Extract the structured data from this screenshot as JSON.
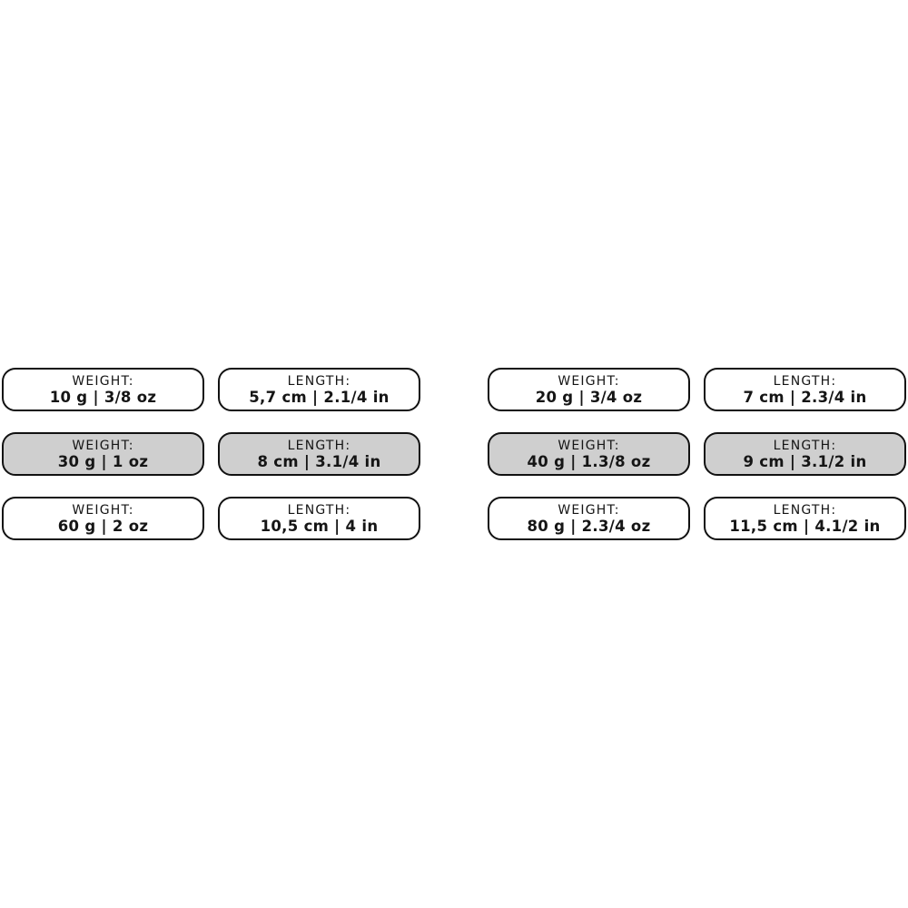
{
  "colors": {
    "badge_border": "#111111",
    "badge_fill": "#ffffff",
    "badge_fill_highlight": "#cfcfcf",
    "text_color": "#151515",
    "page_bg": "#ffffff"
  },
  "groups": [
    {
      "rows": [
        {
          "highlighted": false,
          "weight": {
            "label": "WEIGHT:",
            "value": "10 g | 3/8 oz"
          },
          "length": {
            "label": "LENGTH:",
            "value": "5,7 cm | 2.1/4 in"
          }
        },
        {
          "highlighted": true,
          "weight": {
            "label": "WEIGHT:",
            "value": "30 g | 1 oz"
          },
          "length": {
            "label": "LENGTH:",
            "value": "8 cm | 3.1/4 in"
          }
        },
        {
          "highlighted": false,
          "weight": {
            "label": "WEIGHT:",
            "value": "60 g | 2 oz"
          },
          "length": {
            "label": "LENGTH:",
            "value": "10,5 cm | 4 in"
          }
        }
      ]
    },
    {
      "rows": [
        {
          "highlighted": false,
          "weight": {
            "label": "WEIGHT:",
            "value": "20 g | 3/4 oz"
          },
          "length": {
            "label": "LENGTH:",
            "value": "7 cm | 2.3/4 in"
          }
        },
        {
          "highlighted": true,
          "weight": {
            "label": "WEIGHT:",
            "value": "40 g | 1.3/8 oz"
          },
          "length": {
            "label": "LENGTH:",
            "value": "9 cm | 3.1/2 in"
          }
        },
        {
          "highlighted": false,
          "weight": {
            "label": "WEIGHT:",
            "value": "80 g | 2.3/4 oz"
          },
          "length": {
            "label": "LENGTH:",
            "value": "11,5 cm | 4.1/2 in"
          }
        }
      ]
    }
  ]
}
